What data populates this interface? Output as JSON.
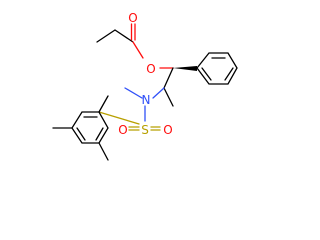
{
  "molecule": {
    "atoms": {
      "carbonyl_oxygen": {
        "symbol": "O",
        "color": "#ff0d0d"
      },
      "ester_oxygen": {
        "symbol": "O",
        "color": "#ff0d0d"
      },
      "nitrogen": {
        "symbol": "N",
        "color": "#3050f8"
      },
      "sulfur": {
        "symbol": "S",
        "color": "#b8a000"
      },
      "sulfonyl_oxygen_left": {
        "symbol": "O",
        "color": "#ff0d0d"
      },
      "sulfonyl_oxygen_right": {
        "symbol": "O",
        "color": "#ff0d0d"
      }
    }
  }
}
